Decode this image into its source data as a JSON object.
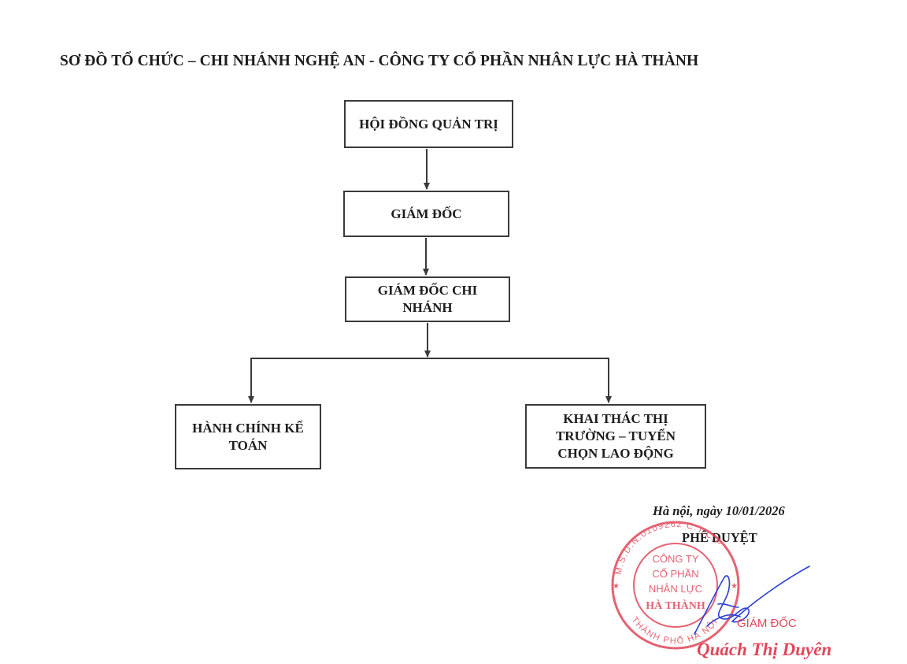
{
  "title": "SƠ ĐỒ TỔ CHỨC – CHI NHÁNH NGHỆ AN - CÔNG TY CỔ PHẦN NHÂN LỰC HÀ THÀNH",
  "boxes": {
    "board": "HỘI ĐỒNG QUẢN TRỊ",
    "director": "GIÁM ĐỐC",
    "branch_director": "GIÁM ĐỐC CHI NHÁNH",
    "admin_accounting": "HÀNH CHÍNH KẾ TOÁN",
    "market_recruit": "KHAI THÁC THỊ TRƯỜNG – TUYỂN CHỌN LAO ĐỘNG"
  },
  "date_line": "Hà nội, ngày 10/01/2026",
  "approval": "PHÊ DUYỆT",
  "stamp": {
    "center_lines": [
      "CÔNG TY",
      "CỔ PHẦN",
      "NHÂN LỰC",
      "HÀ THÀNH"
    ],
    "ring_text": "M.S.D.N:0109262 C.T.C.P * THÀNH PHỐ HÀ NỘI *",
    "color": "#e0485a"
  },
  "signer_title": "GIÁM ĐỐC",
  "signer_name": "Quách Thị Duyên",
  "colors": {
    "line": "#3a3a3a",
    "stamp": "#e0485a",
    "signature": "#2b3fd6"
  }
}
